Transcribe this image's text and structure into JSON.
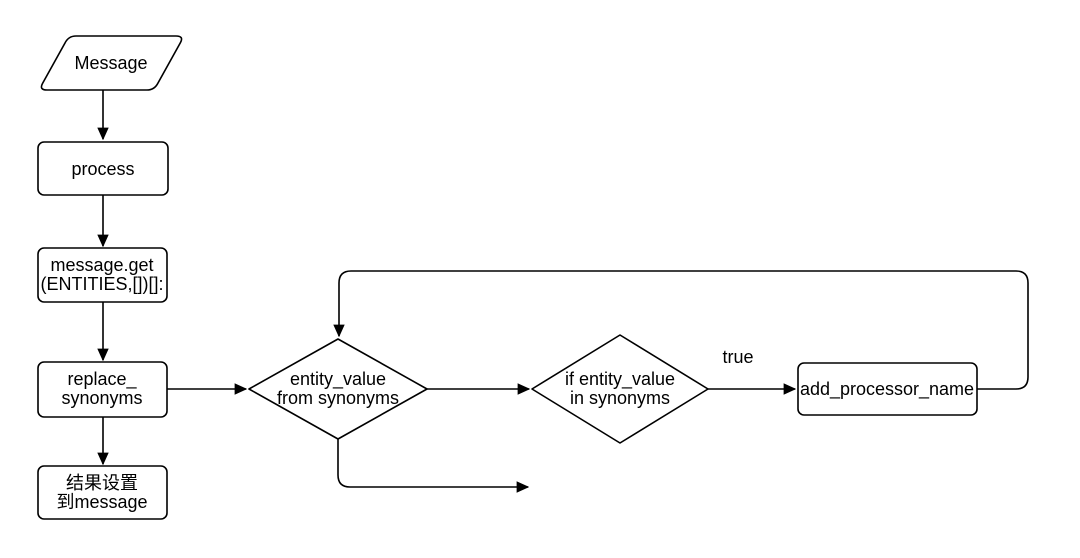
{
  "diagram": {
    "type": "flowchart",
    "colors": {
      "background": "#ffffff",
      "stroke": "#000000",
      "text": "#000000"
    },
    "nodes": {
      "message": {
        "shape": "parallelogram",
        "label": "Message"
      },
      "process": {
        "shape": "rectangle",
        "label": "process"
      },
      "message_get": {
        "shape": "rectangle",
        "line1": "message.get",
        "line2": "(ENTITIES,[])[]:"
      },
      "replace_synonyms": {
        "shape": "rectangle",
        "line1": "replace_",
        "line2": "synonyms"
      },
      "set_result_to_message": {
        "shape": "rectangle",
        "line1": "结果设置",
        "line2": "到message"
      },
      "entity_value_from_synonyms": {
        "shape": "diamond",
        "line1": "entity_value",
        "line2": "from synonyms"
      },
      "if_entity_value_in_synonyms": {
        "shape": "diamond",
        "line1": "if entity_value",
        "line2": "in synonyms"
      },
      "add_processor_name": {
        "shape": "rectangle",
        "label": "add_processor_name"
      }
    },
    "edge_labels": {
      "true": "true"
    }
  }
}
